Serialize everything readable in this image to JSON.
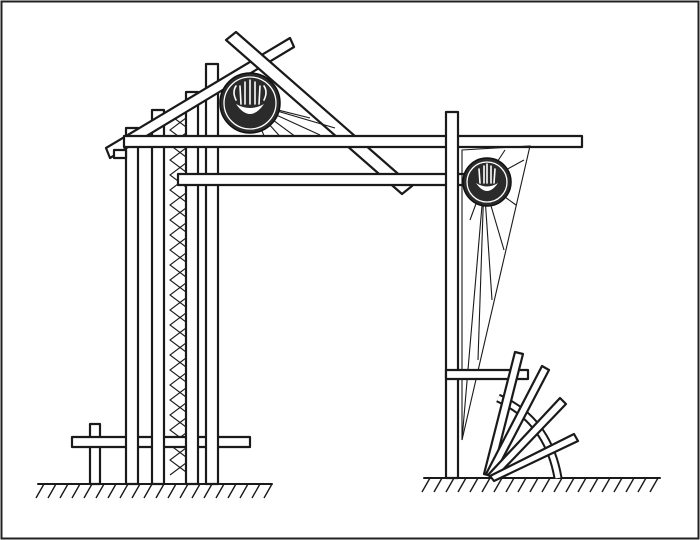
{
  "image": {
    "description_free": true,
    "colors": {
      "ink": "#1a1a1a",
      "paper": "#ffffff",
      "emblem_fill": "#2b2b2b"
    }
  },
  "structures": {
    "left_tower": {
      "name": "left-tower",
      "emblem": "lotus-emblem-icon"
    },
    "right_post": {
      "name": "right-post",
      "emblem": "lotus-emblem-icon"
    },
    "wheel": {
      "name": "spoked-wheel"
    }
  }
}
